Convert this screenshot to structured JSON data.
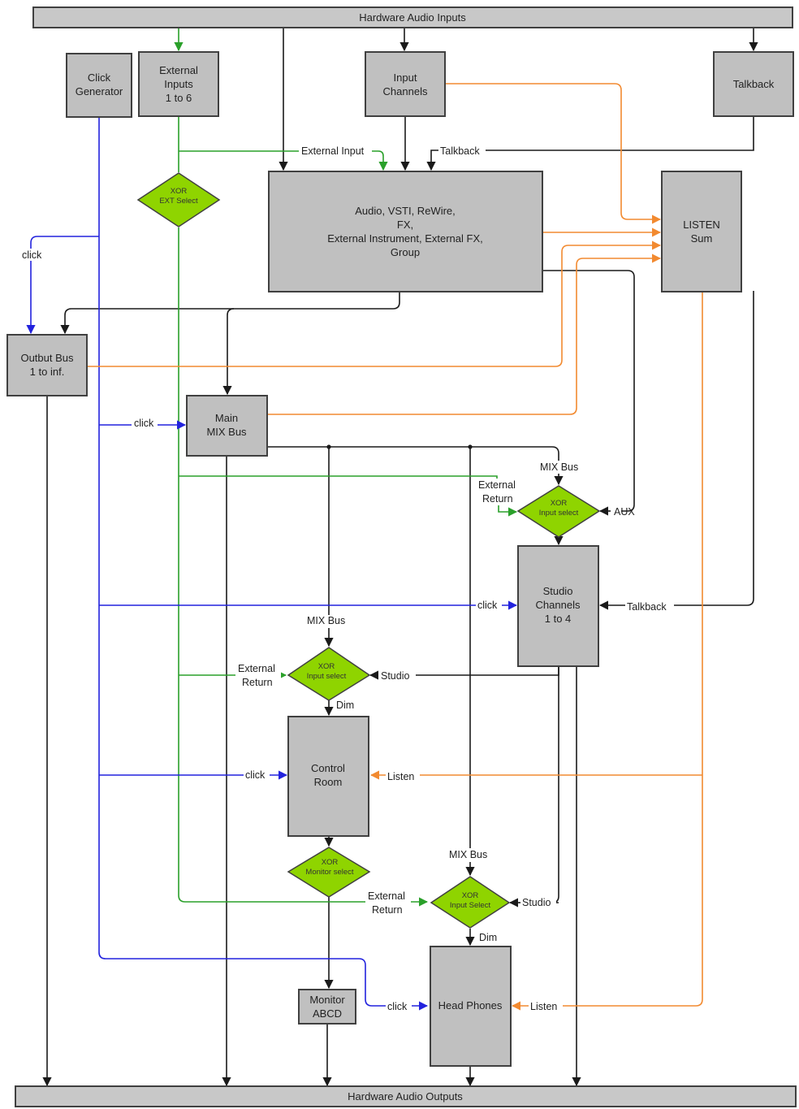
{
  "nodes": {
    "hw_inputs": "Hardware Audio Inputs",
    "hw_outputs": "Hardware Audio Outputs",
    "click_gen": [
      "Click",
      "Generator"
    ],
    "ext_inputs": [
      "External",
      "Inputs",
      "1 to 6"
    ],
    "input_channels": [
      "Input",
      "Channels"
    ],
    "talkback": "Talkback",
    "audio_group": [
      "Audio, VSTI, ReWire,",
      "FX,",
      "External Instrument, External FX,",
      "Group"
    ],
    "listen_sum": [
      "LISTEN",
      "Sum"
    ],
    "output_bus": [
      "Outbut Bus",
      "1 to inf."
    ],
    "main_mix": [
      "Main",
      "MIX Bus"
    ],
    "studio_channels": [
      "Studio",
      "Channels",
      "1 to 4"
    ],
    "control_room": [
      "Control",
      "Room"
    ],
    "monitor_abcd": [
      "Monitor",
      "ABCD"
    ],
    "head_phones": "Head Phones"
  },
  "xor": {
    "ext_select": [
      "XOR",
      "EXT Select"
    ],
    "studio_input": [
      "XOR",
      "Input select"
    ],
    "cr_input": [
      "XOR",
      "Input select"
    ],
    "monitor_select": [
      "XOR",
      "Monitor select"
    ],
    "hp_input": [
      "XOR",
      "Input Select"
    ]
  },
  "labels": {
    "external_input": "External Input",
    "talkback_top": "Talkback",
    "click_left": "click",
    "click_main": "click",
    "mix_bus_studio": "MIX Bus",
    "external_return_studio": [
      "External",
      "Return"
    ],
    "aux": "AUX",
    "click_studio": "click",
    "talkback_studio": "Talkback",
    "mix_bus_cr": "MIX Bus",
    "external_return_cr": [
      "External",
      "Return"
    ],
    "studio_cr": "Studio",
    "dim_cr": "Dim",
    "click_cr": "click",
    "listen_cr": "Listen",
    "mix_bus_hp": "MIX Bus",
    "external_return_hp": [
      "External",
      "Return"
    ],
    "studio_hp": "Studio",
    "dim_hp": "Dim",
    "click_hp": "click",
    "listen_hp": "Listen"
  },
  "colors": {
    "audio": "#1a1a1a",
    "external": "#2aa02a",
    "click": "#2222dd",
    "listen": "#f28a30",
    "box": "#c0c0c0",
    "xor": "#8fd400"
  }
}
